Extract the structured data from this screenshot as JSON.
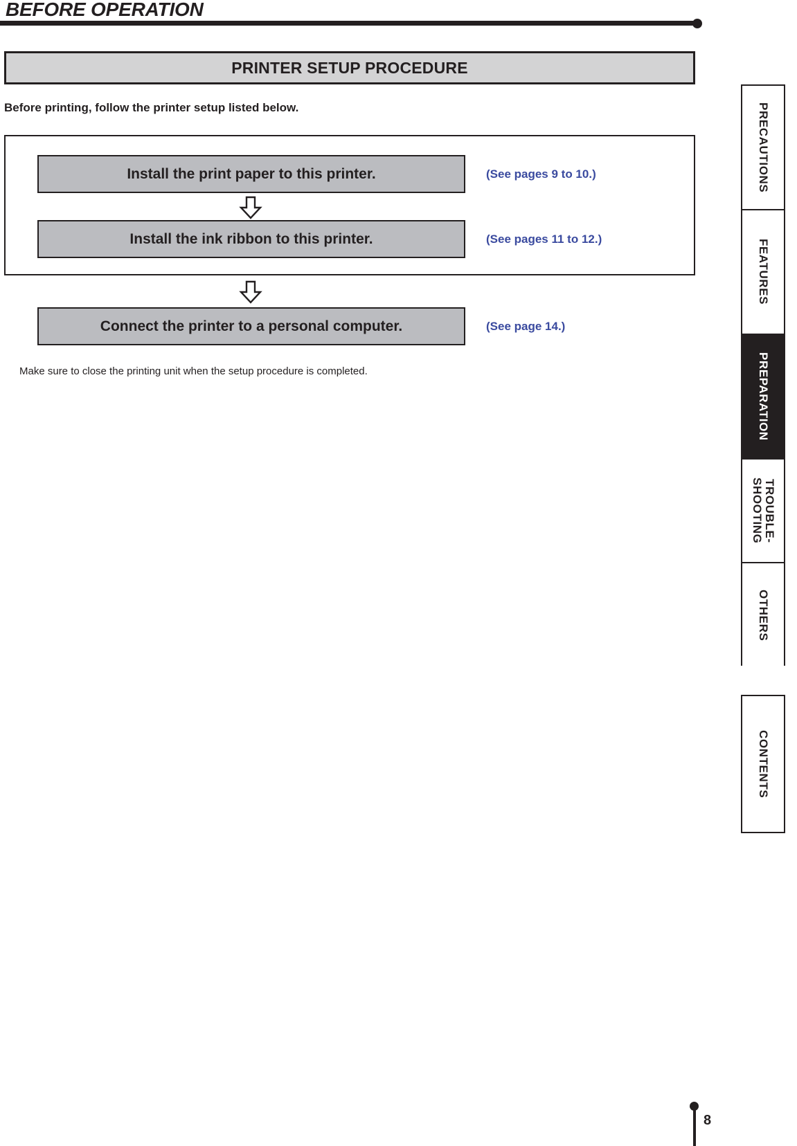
{
  "header": {
    "title": "BEFORE OPERATION"
  },
  "section": {
    "banner_title": "PRINTER SETUP PROCEDURE",
    "intro": "Before printing, follow the printer setup listed below."
  },
  "flow": {
    "steps": [
      {
        "label": "Install the print paper to this printer.",
        "reference": "(See pages 9 to 10.)"
      },
      {
        "label": "Install the ink ribbon to this printer.",
        "reference": "(See pages 11 to 12.)"
      },
      {
        "label": "Connect the printer to a personal computer.",
        "reference": "(See page 14.)"
      }
    ],
    "arrow_icon": "arrow-down-outline-icon",
    "note": "Make sure to close the printing unit when the setup procedure is completed."
  },
  "index_tabs": {
    "main": [
      {
        "label": "PRECAUTIONS",
        "active": false
      },
      {
        "label": "FEATURES",
        "active": false
      },
      {
        "label": "PREPARATION",
        "active": true
      },
      {
        "label": "TROUBLE-\nSHOOTING",
        "active": false
      },
      {
        "label": "OTHERS",
        "active": false
      }
    ],
    "contents": {
      "label": "CONTENTS",
      "active": false
    }
  },
  "footer": {
    "page_number": "8"
  },
  "colors": {
    "ink": "#231f20",
    "banner_gray": "#d3d3d4",
    "step_gray": "#bbbcc0",
    "reference_blue": "#3a4a9f",
    "active_tab_bg": "#231f20",
    "active_tab_text": "#ffffff"
  }
}
